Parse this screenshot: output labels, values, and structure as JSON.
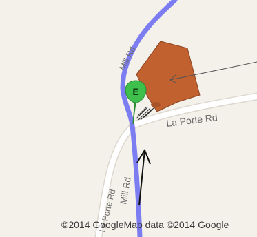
{
  "map": {
    "streets": {
      "mill_rd_north": "Mill Rd",
      "mill_rd_south": "Mill Rd",
      "la_porte_rd_east": "La Porte Rd",
      "la_porte_rd_south": "La Porte Rd"
    },
    "marker": {
      "letter": "E",
      "icon": "map-pin-icon"
    },
    "copyright": "©2014 GoogleMap data ©2014 Google",
    "colors": {
      "land": "#f4f1ea",
      "road": "#ffffff",
      "road_edge": "#dcd8cf",
      "route": "#7d7df2",
      "parcel": "#c0612f",
      "marker": "#3fbf4b",
      "marker_border": "#2b8a34"
    }
  }
}
